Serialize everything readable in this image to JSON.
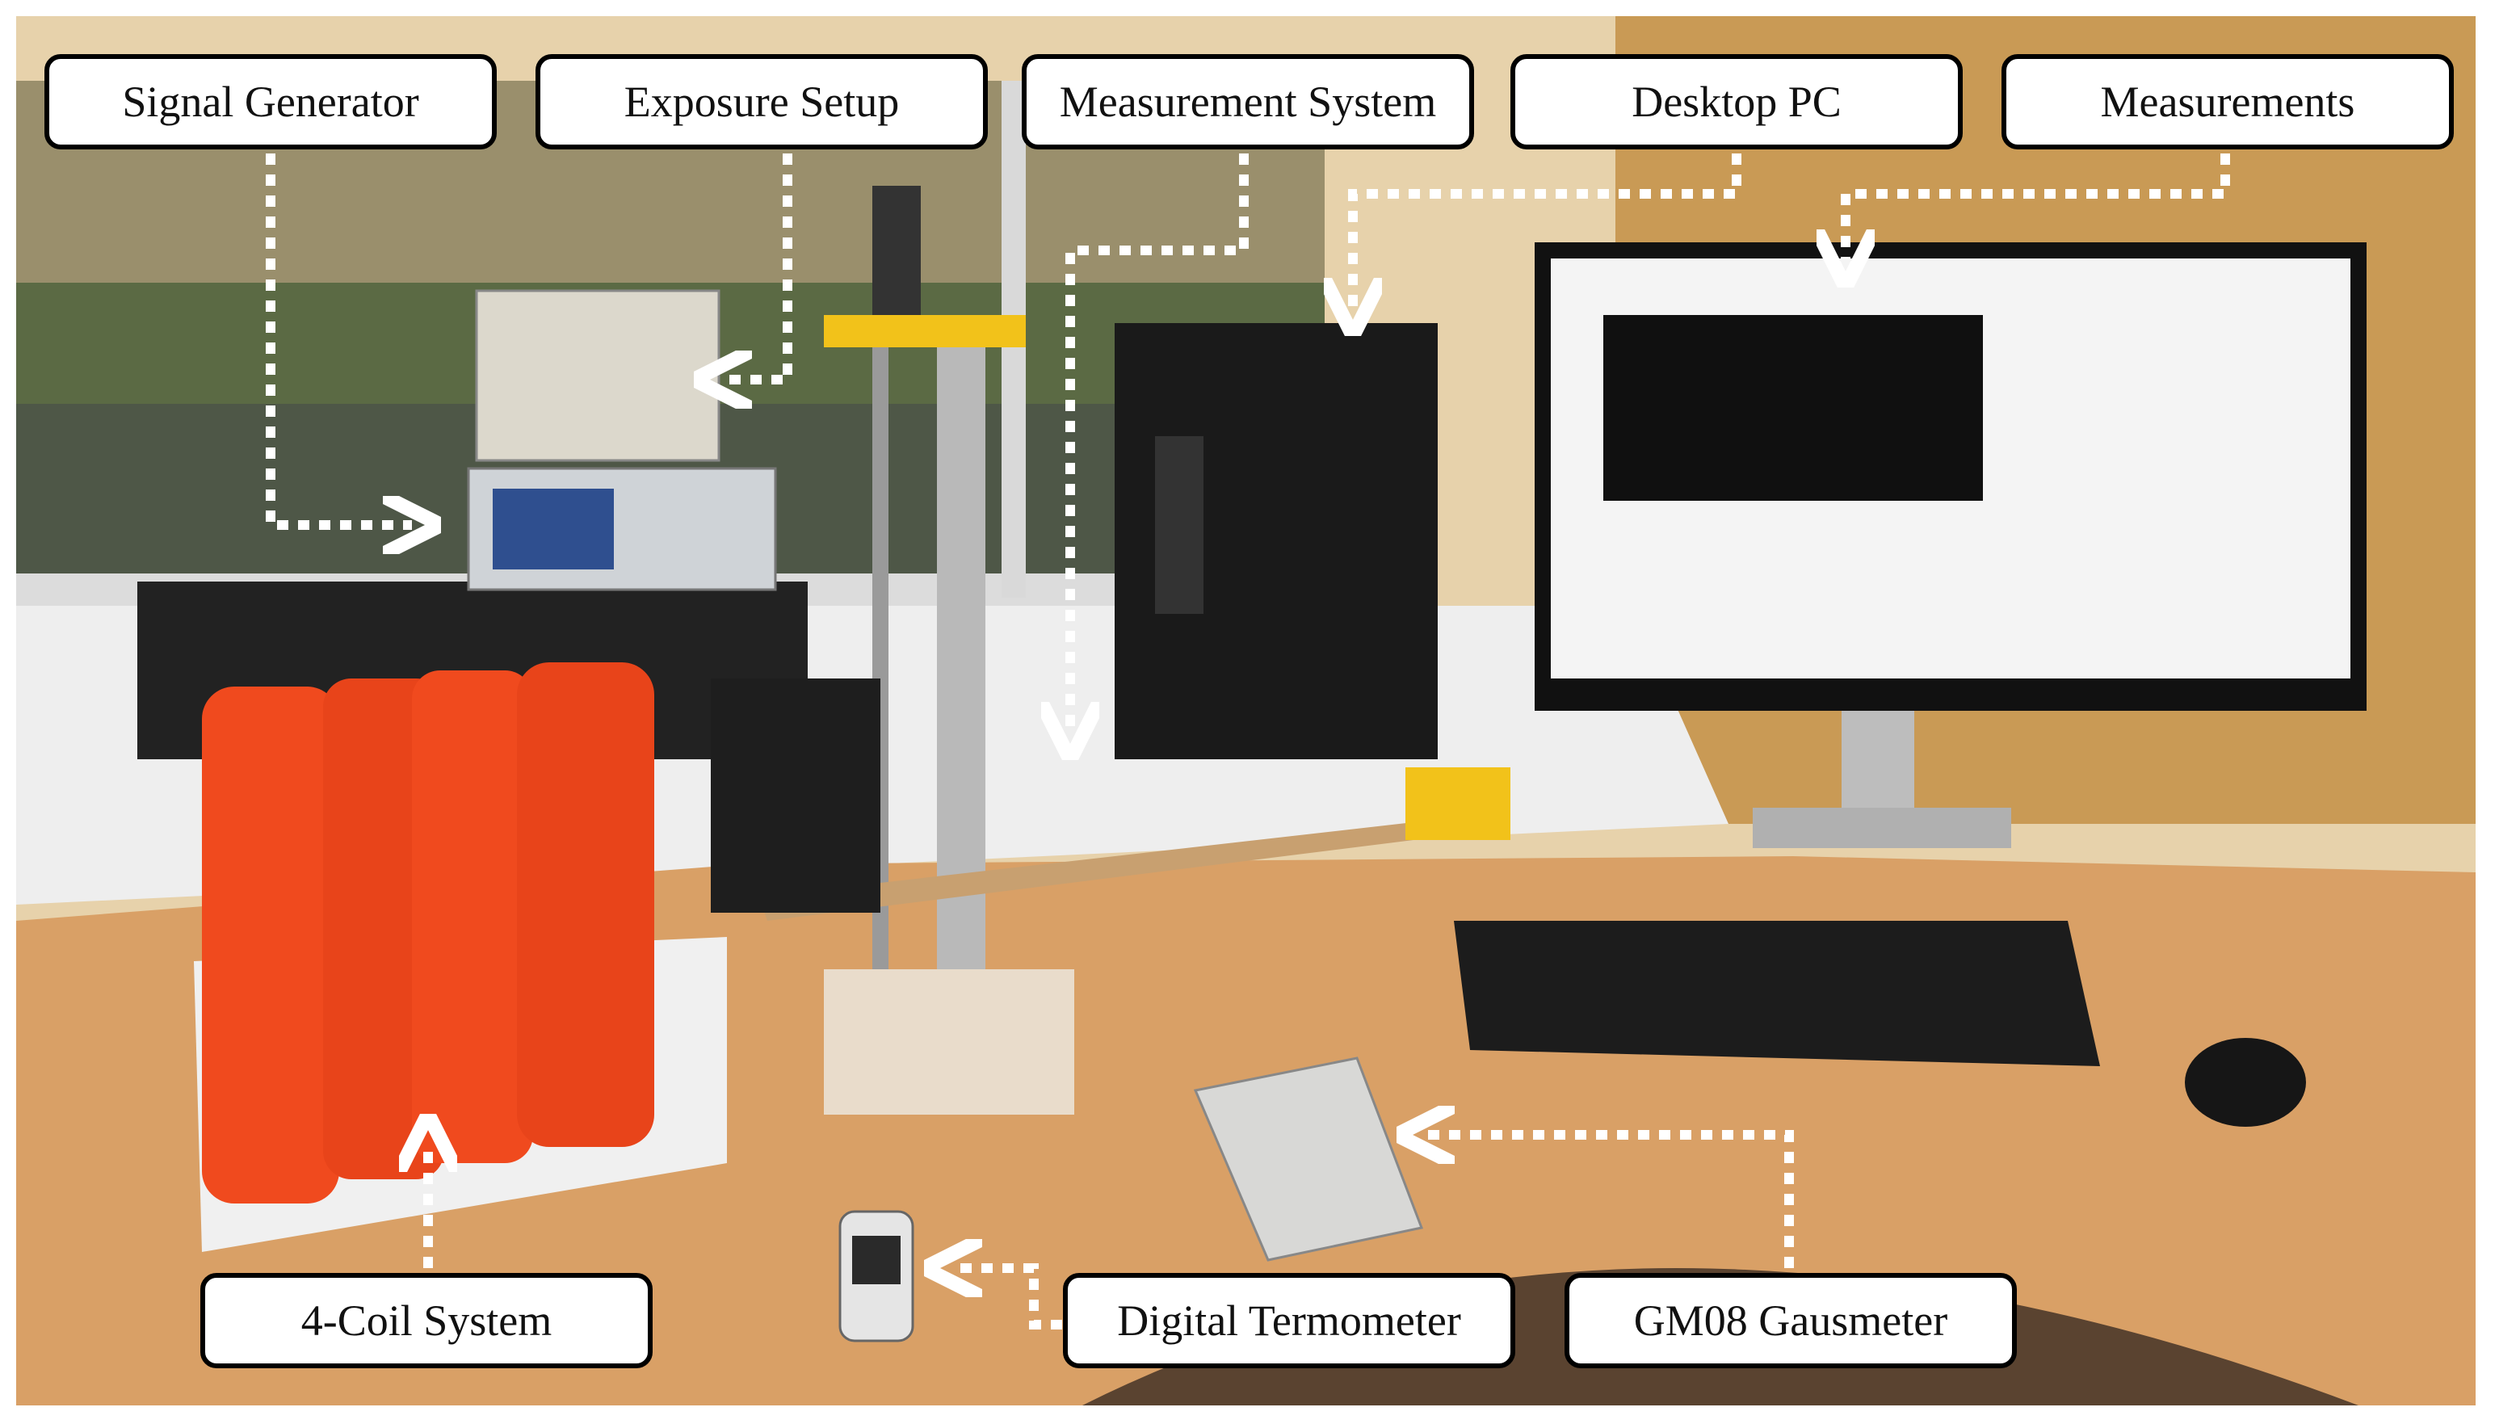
{
  "labels": {
    "signal_generator": "Signal Generator",
    "exposure_setup": "Exposure Setup",
    "measurement_system": "Measurement System",
    "desktop_pc": "Desktop PC",
    "measurements": "Measurements",
    "coil_system": "4-Coil System",
    "digital_termometer": "Digital Termometer",
    "gausmeter": "GM08 Gausmeter"
  },
  "colors": {
    "coil": "#f04a1e",
    "frame": "#f2c21a",
    "desk": "#d9a066",
    "wall": "#e9d3a8",
    "arrow": "#ffffff",
    "label_border": "#000000"
  }
}
